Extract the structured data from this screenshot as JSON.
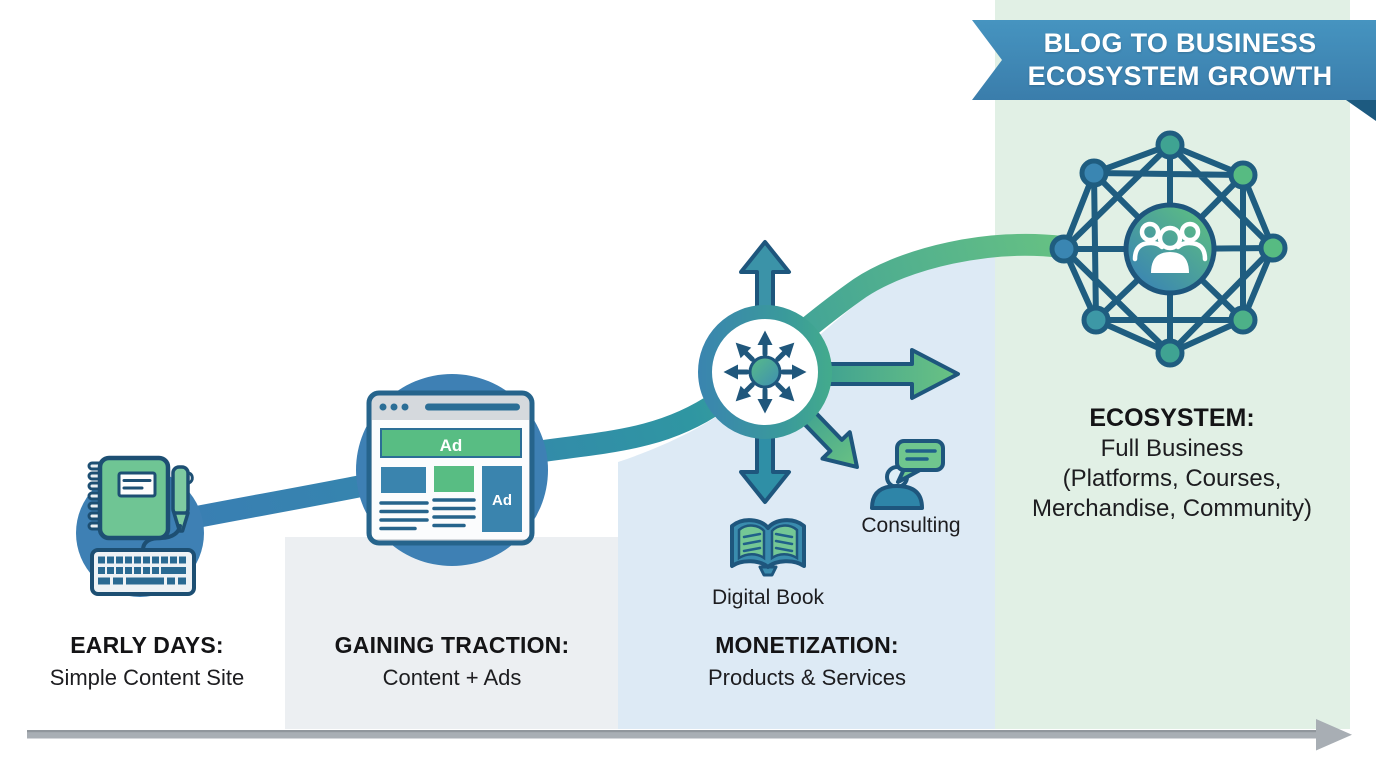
{
  "banner": {
    "line1": "BLOG TO BUSINESS",
    "line2": "ECOSYSTEM GROWTH"
  },
  "stages": [
    {
      "id": "early-days",
      "heading": "EARLY DAYS:",
      "subheading": "Simple Content Site"
    },
    {
      "id": "gaining-traction",
      "heading": "GAINING TRACTION:",
      "subheading": "Content + Ads"
    },
    {
      "id": "monetization",
      "heading": "MONETIZATION:",
      "subheading": "Products & Services"
    },
    {
      "id": "ecosystem",
      "heading": "ECOSYSTEM:",
      "subheading": "Full Business",
      "detail_line1": "(Platforms, Courses,",
      "detail_line2": "Merchandise, Community)"
    }
  ],
  "monetization_labels": {
    "digital_book": "Digital Book",
    "consulting": "Consulting"
  },
  "browser_ads": {
    "top_banner": "Ad",
    "side_banner": "Ad"
  },
  "icons": {
    "stage1": "notebook-pen-keyboard-icon",
    "stage2": "browser-ads-icon",
    "stage3": "expansion-arrows-hub-icon",
    "digital_book": "open-book-icon",
    "consulting": "person-chat-bubble-icon",
    "stage4": "network-community-icon",
    "axis": "timeline-arrow"
  },
  "colors": {
    "curve_blue": "#3a7db4",
    "curve_teal": "#2f96a2",
    "curve_green": "#66c183",
    "stage_circle_blue": "#3e80b4",
    "icon_green": "#6fc594",
    "dark_outline": "#1e567d",
    "ribbon_blue": "#3d87b5",
    "ribbon_fold": "#1d5a80",
    "column2_bg": "#eceff2",
    "column3_bg": "#ddeaf5",
    "column4_bg": "#e1f0e5",
    "timeline_gray": "#a8aeb4"
  }
}
